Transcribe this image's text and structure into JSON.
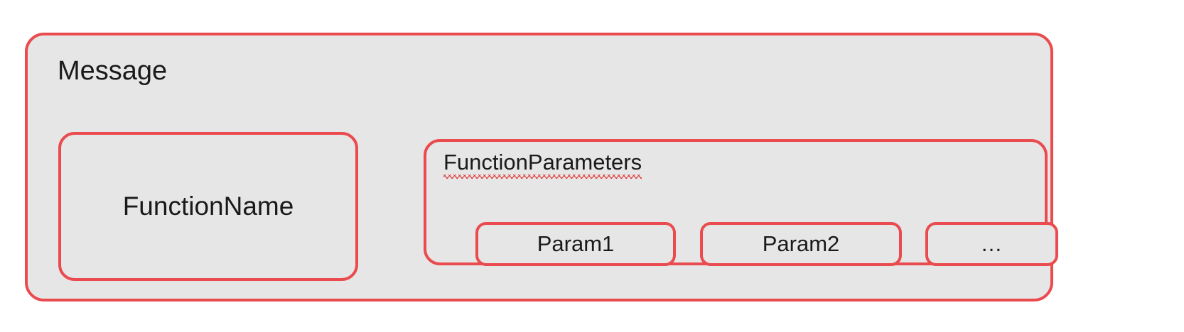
{
  "diagram": {
    "title": "Message",
    "colors": {
      "border": "#EA4B4E",
      "fill": "#E6E6E6",
      "text": "#1a1a1a",
      "spellcheck_squiggle": "#E03030",
      "page_background": "#FFFFFF"
    },
    "message_box": {
      "label": "Message"
    },
    "function_name_box": {
      "label": "FunctionName"
    },
    "function_parameters_box": {
      "label": "FunctionParameters",
      "label_has_spellcheck_underline": true,
      "params": [
        {
          "label": "Param1"
        },
        {
          "label": "Param2"
        },
        {
          "label": "…"
        }
      ]
    }
  }
}
